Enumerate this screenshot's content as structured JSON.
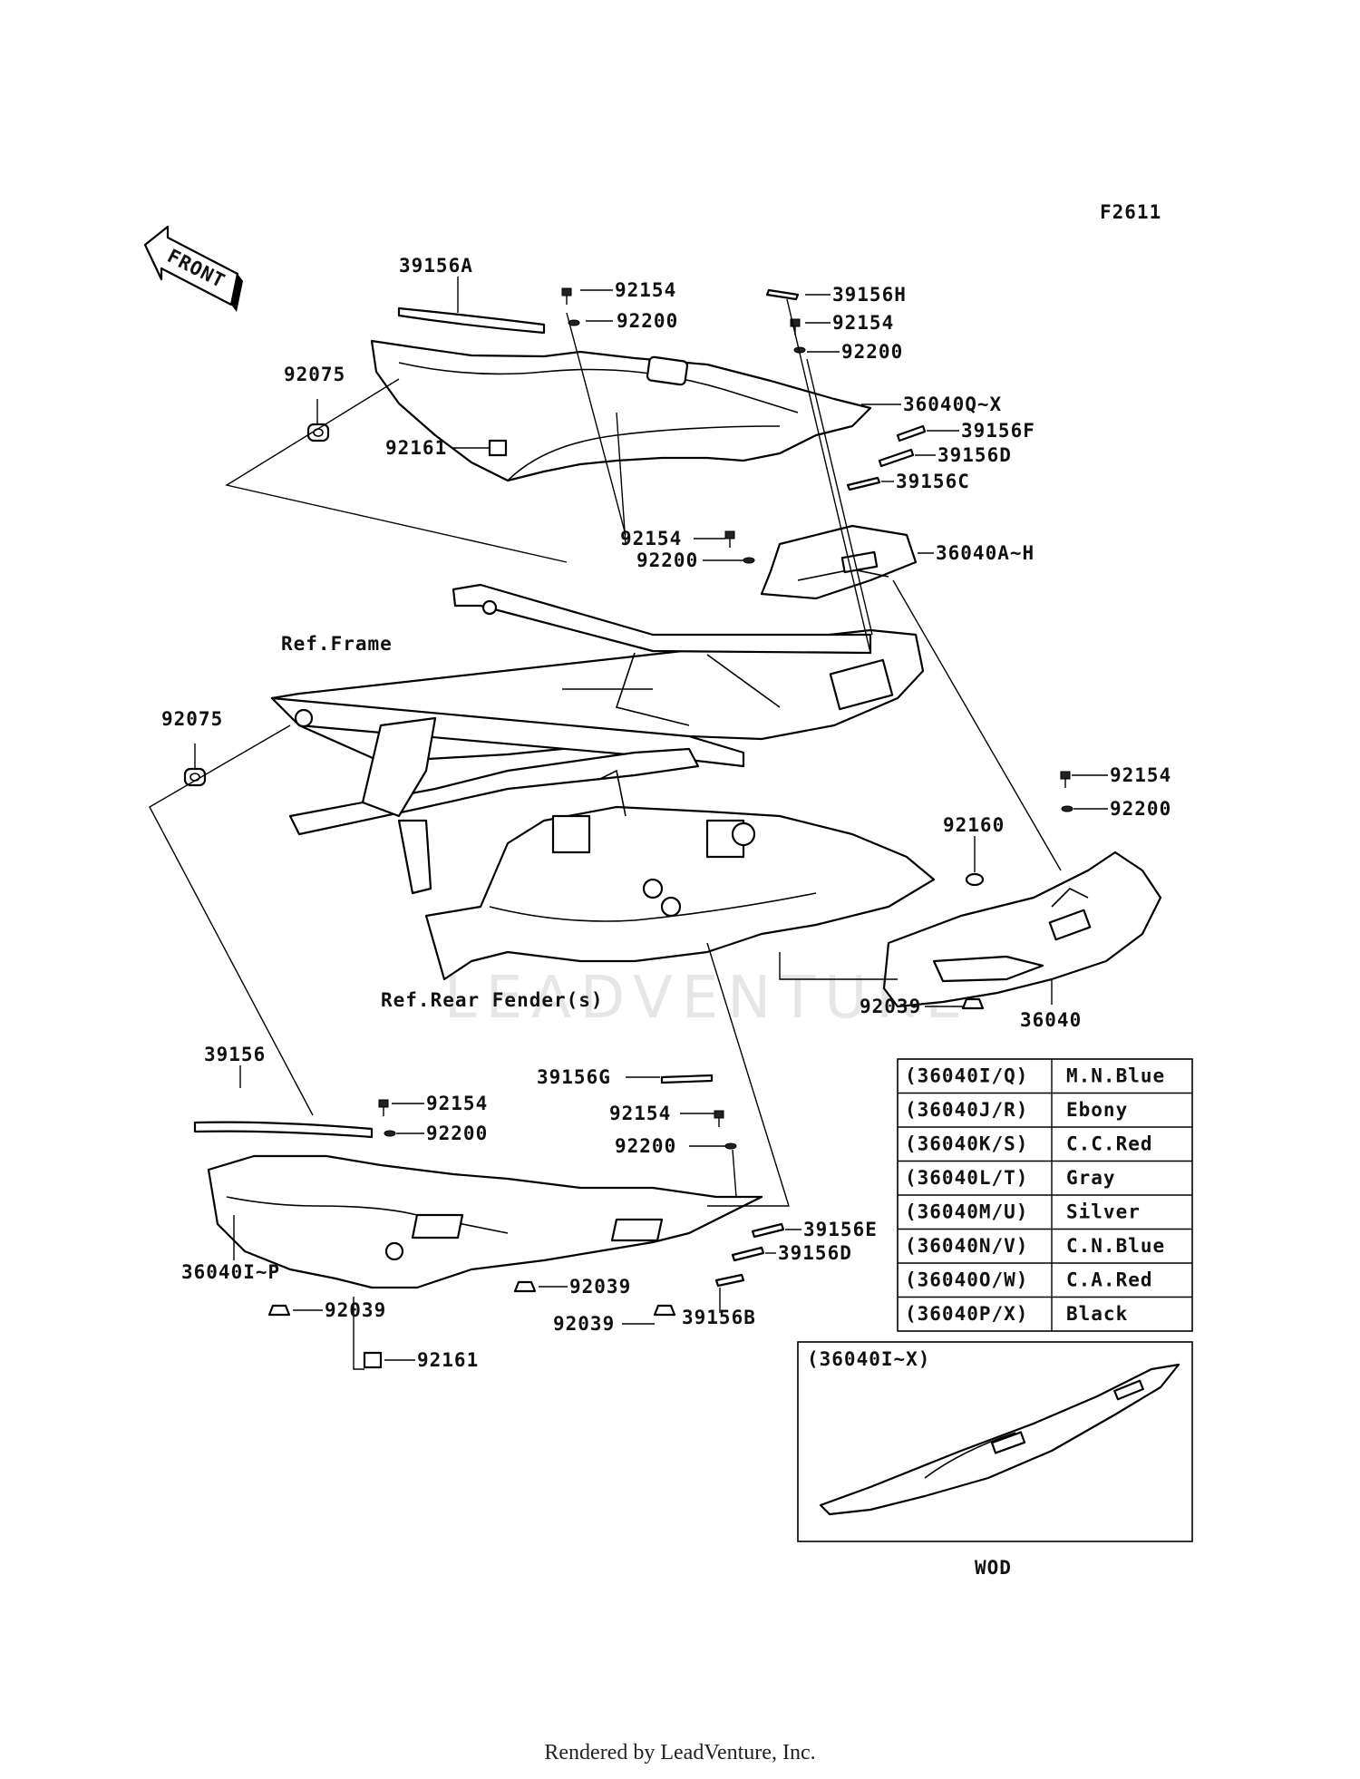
{
  "figure_code": "F2611",
  "front_label": "FRONT",
  "footer": "Rendered by LeadVenture, Inc.",
  "watermark": "LEADVENTURE",
  "callouts": {
    "c39156A": "39156A",
    "c92154_a": "92154",
    "c92200_a": "92200",
    "c39156H": "39156H",
    "c92154_b": "92154",
    "c92200_b": "92200",
    "c36040QX": "36040Q~X",
    "c92075_a": "92075",
    "c92161_a": "92161",
    "c39156F": "39156F",
    "c39156D_a": "39156D",
    "c39156C": "39156C",
    "c92154_c": "92154",
    "c92200_c": "92200",
    "c36040AH": "36040A~H",
    "c92075_b": "92075",
    "c92154_d": "92154",
    "c92200_d": "92200",
    "c92160": "92160",
    "c92039_a": "92039",
    "c36040": "36040",
    "c39156": "39156",
    "c92154_e": "92154",
    "c92200_e": "92200",
    "c39156G": "39156G",
    "c92154_f": "92154",
    "c92200_f": "92200",
    "c39156E": "39156E",
    "c39156D_b": "39156D",
    "c36040IP": "36040I~P",
    "c92039_b": "92039",
    "c92039_c": "92039",
    "c92039_d": "92039",
    "c39156B": "39156B",
    "c92161_b": "92161"
  },
  "refs": {
    "frame": "Ref.Frame",
    "rear_fender": "Ref.Rear Fender(s)"
  },
  "color_table": [
    {
      "code": "(36040I/Q)",
      "color": "M.N.Blue"
    },
    {
      "code": "(36040J/R)",
      "color": "Ebony"
    },
    {
      "code": "(36040K/S)",
      "color": "C.C.Red"
    },
    {
      "code": "(36040L/T)",
      "color": "Gray"
    },
    {
      "code": "(36040M/U)",
      "color": "Silver"
    },
    {
      "code": "(36040N/V)",
      "color": "C.N.Blue"
    },
    {
      "code": "(36040O/W)",
      "color": "C.A.Red"
    },
    {
      "code": "(36040P/X)",
      "color": "Black"
    }
  ],
  "inset": {
    "title": "(36040I~X)",
    "caption": "WOD"
  }
}
